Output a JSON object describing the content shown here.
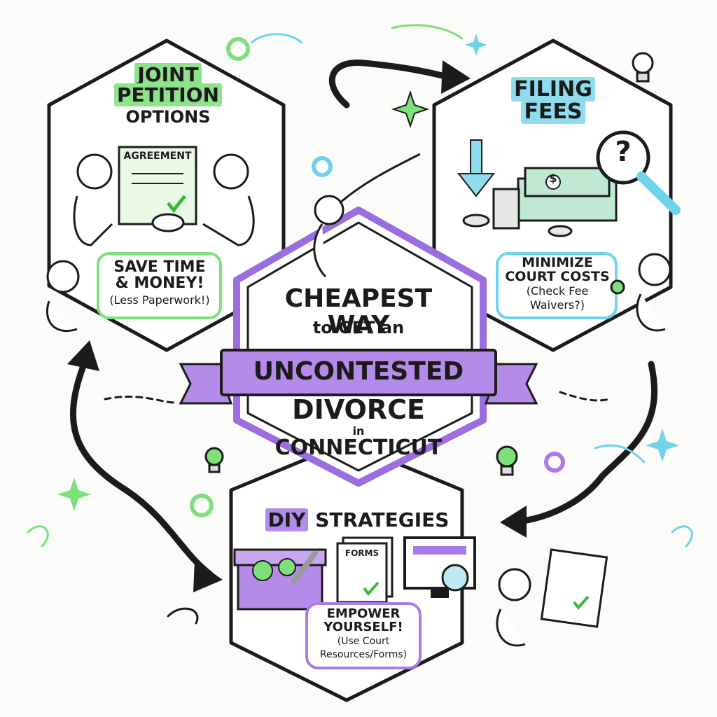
{
  "center": {
    "line1": "CHEAPEST WAY",
    "line2": "to GET an",
    "banner": "UNCONTESTED",
    "line3": "DIVORCE",
    "line4": "in",
    "line5": "CONNECTICUT"
  },
  "joint": {
    "title_a": "JOINT",
    "title_b": "PETITION",
    "title_c": "OPTIONS",
    "doc_label": "AGREEMENT",
    "bubble_1": "SAVE TIME",
    "bubble_2": "& MONEY!",
    "bubble_3": "(Less Paperwork!)"
  },
  "fees": {
    "title_a": "FILING",
    "title_b": "FEES",
    "bubble_1": "MINIMIZE",
    "bubble_2": "COURT COSTS",
    "bubble_3": "(Check Fee",
    "bubble_4": "Waivers?)"
  },
  "diy": {
    "title_a": "DIY",
    "title_b": " STRATEGIES",
    "forms_label": "FORMS",
    "bubble_1": "EMPOWER",
    "bubble_2": "YOURSELF!",
    "bubble_3": "(Use Court",
    "bubble_4": "Resources/Forms)"
  },
  "colors": {
    "green": "#7ee07a",
    "blue": "#6fd3ea",
    "purple": "#a97be6",
    "ink": "#1b1b1b"
  },
  "icons": [
    "gear-icon",
    "lightbulb-icon",
    "magnifier-icon",
    "money-icon",
    "coin-icon",
    "toolbox-icon",
    "wrench-icon",
    "monitor-icon",
    "clipboard-icon",
    "document-icon",
    "handshake-icon",
    "question-icon",
    "down-arrow-icon",
    "sparkle-icon"
  ]
}
